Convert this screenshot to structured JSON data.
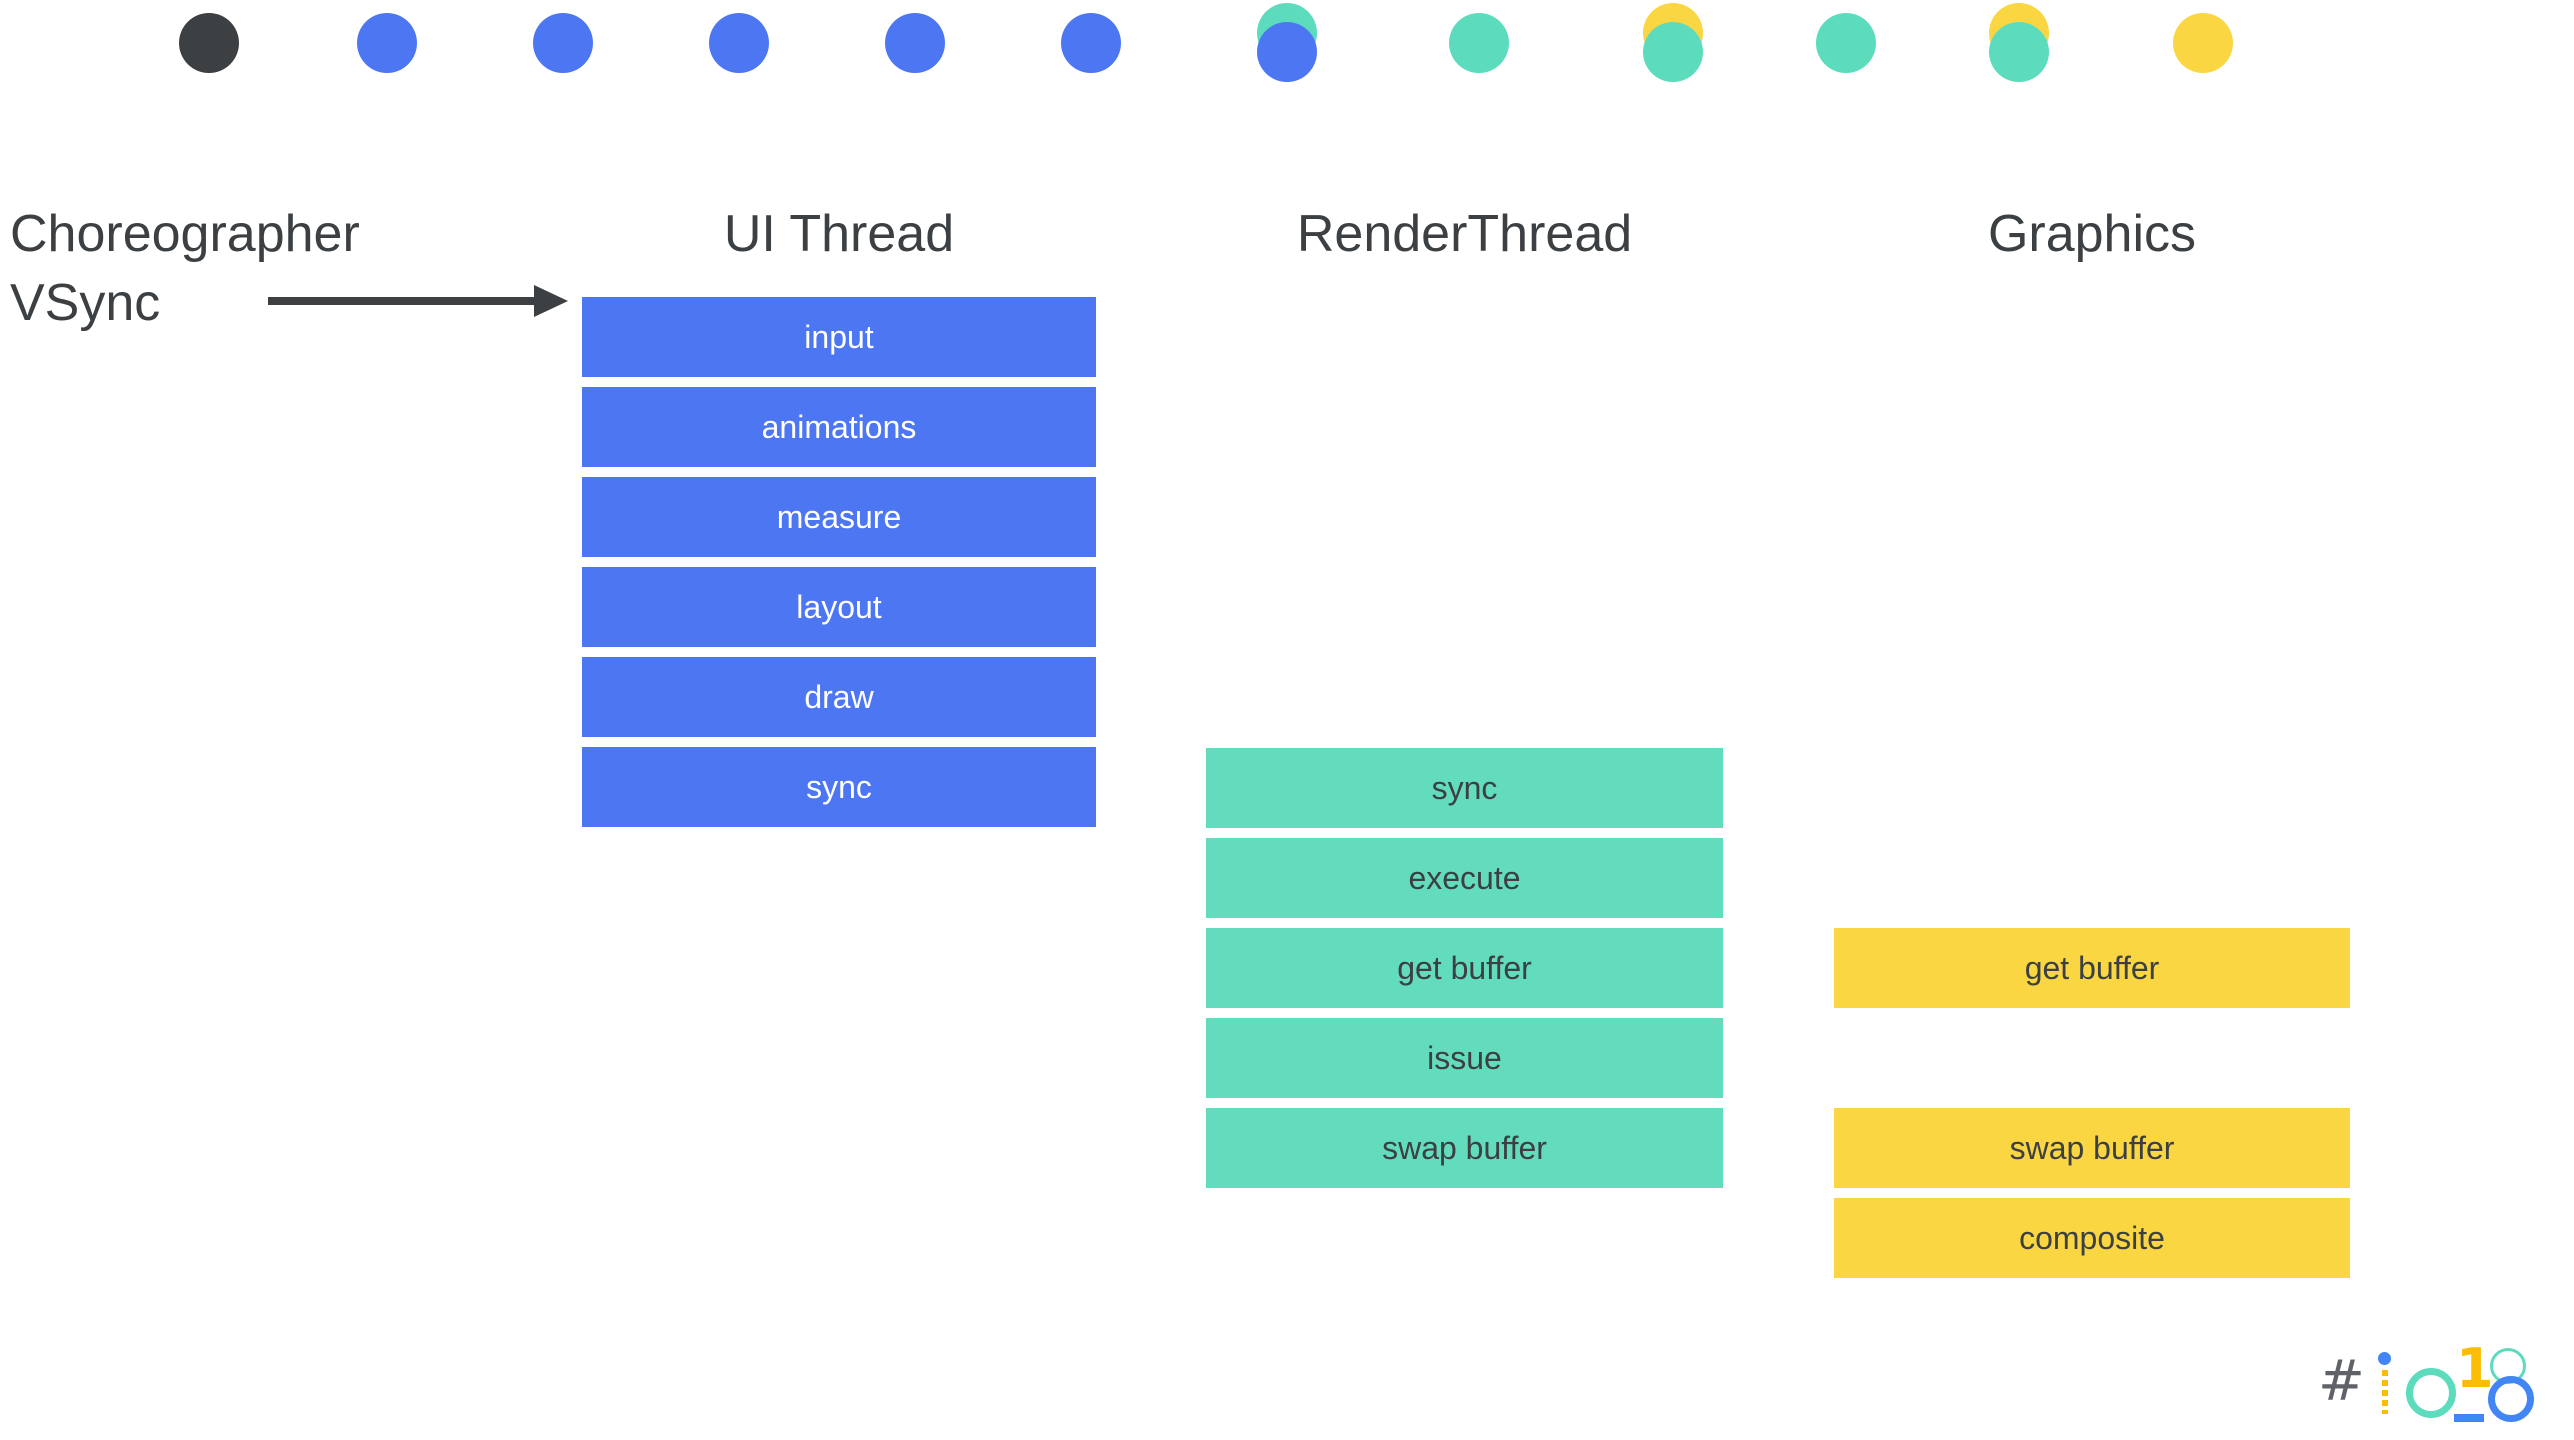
{
  "timeline": {
    "dots": [
      "dark",
      "blue",
      "blue",
      "blue",
      "blue",
      "blue",
      "teal+blue",
      "teal",
      "yellow+teal",
      "teal",
      "yellow+teal",
      "yellow"
    ]
  },
  "left_labels": {
    "line1": "Choreographer",
    "line2": "VSync"
  },
  "columns": {
    "ui": {
      "title": "UI Thread",
      "steps": [
        "input",
        "animations",
        "measure",
        "layout",
        "draw",
        "sync"
      ]
    },
    "render": {
      "title": "RenderThread",
      "steps": [
        "sync",
        "execute",
        "get buffer",
        "issue",
        "swap buffer"
      ]
    },
    "graphics": {
      "title": "Graphics",
      "steps": [
        "get buffer",
        "swap buffer",
        "composite"
      ]
    }
  },
  "colors": {
    "dark": "#3c4043",
    "ui_blue": "#4d76f3",
    "render_teal": "#63dcbd",
    "graphics_yellow": "#fad643"
  },
  "icons": {
    "arrow": "arrow-right-icon",
    "logo": "google-io-logo-icon"
  }
}
